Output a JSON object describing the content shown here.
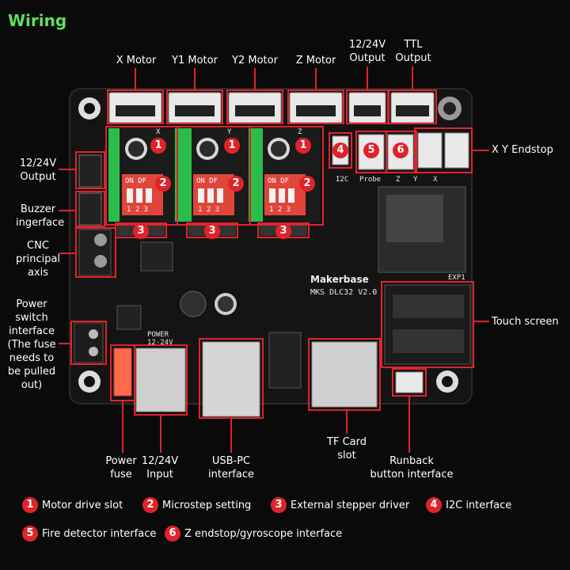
{
  "title": "Wiring",
  "labels": {
    "x_motor": "X Motor",
    "y1_motor": "Y1 Motor",
    "y2_motor": "Y2 Motor",
    "z_motor": "Z Motor",
    "top_output": "12/24V\nOutput",
    "ttl_output": "TTL\nOutput",
    "xy_endstop": "X Y Endstop",
    "left_output": "12/24V\nOutput",
    "buzzer": "Buzzer\ningerface",
    "cnc_axis": "CNC\nprincipal\naxis",
    "power_switch": "Power\nswitch\ninterface\n(The fuse\nneeds to\nbe pulled\nout)",
    "touch_screen": "Touch screen",
    "power_fuse": "Power\nfuse",
    "power_input": "12/24V\nInput",
    "usb_pc": "USB-PC\ninterface",
    "tf_card": "TF Card\nslot",
    "runback": "Runback\nbutton interface"
  },
  "board": {
    "brand": "Makerbase",
    "model": "MKS DLC32 V2.0",
    "silk_x": "X",
    "silk_y": "Y",
    "silk_z": "Z",
    "silk_i2c": "I2C",
    "silk_probe": "Probe",
    "silk_z2": "Z",
    "silk_y2": "Y",
    "silk_x2": "X",
    "silk_power": "POWER\n12-24V",
    "silk_exp1": "EXP1",
    "silk_on_df": "ON  DF",
    "silk_123": "1 2 3",
    "markers": [
      "1",
      "2",
      "3",
      "4",
      "5",
      "6"
    ]
  },
  "legend": [
    {
      "num": "1",
      "text": "Motor drive slot"
    },
    {
      "num": "2",
      "text": "Microstep setting"
    },
    {
      "num": "3",
      "text": "External stepper driver"
    },
    {
      "num": "4",
      "text": "I2C interface"
    },
    {
      "num": "5",
      "text": "Fire detector interface"
    },
    {
      "num": "6",
      "text": "Z endstop/gyroscope interface"
    }
  ],
  "colors": {
    "title": "#5fe05a",
    "callout": "#e0232a",
    "board": "#151515",
    "driver_green": "#2bbd4a",
    "dip_red": "#e0453a"
  }
}
